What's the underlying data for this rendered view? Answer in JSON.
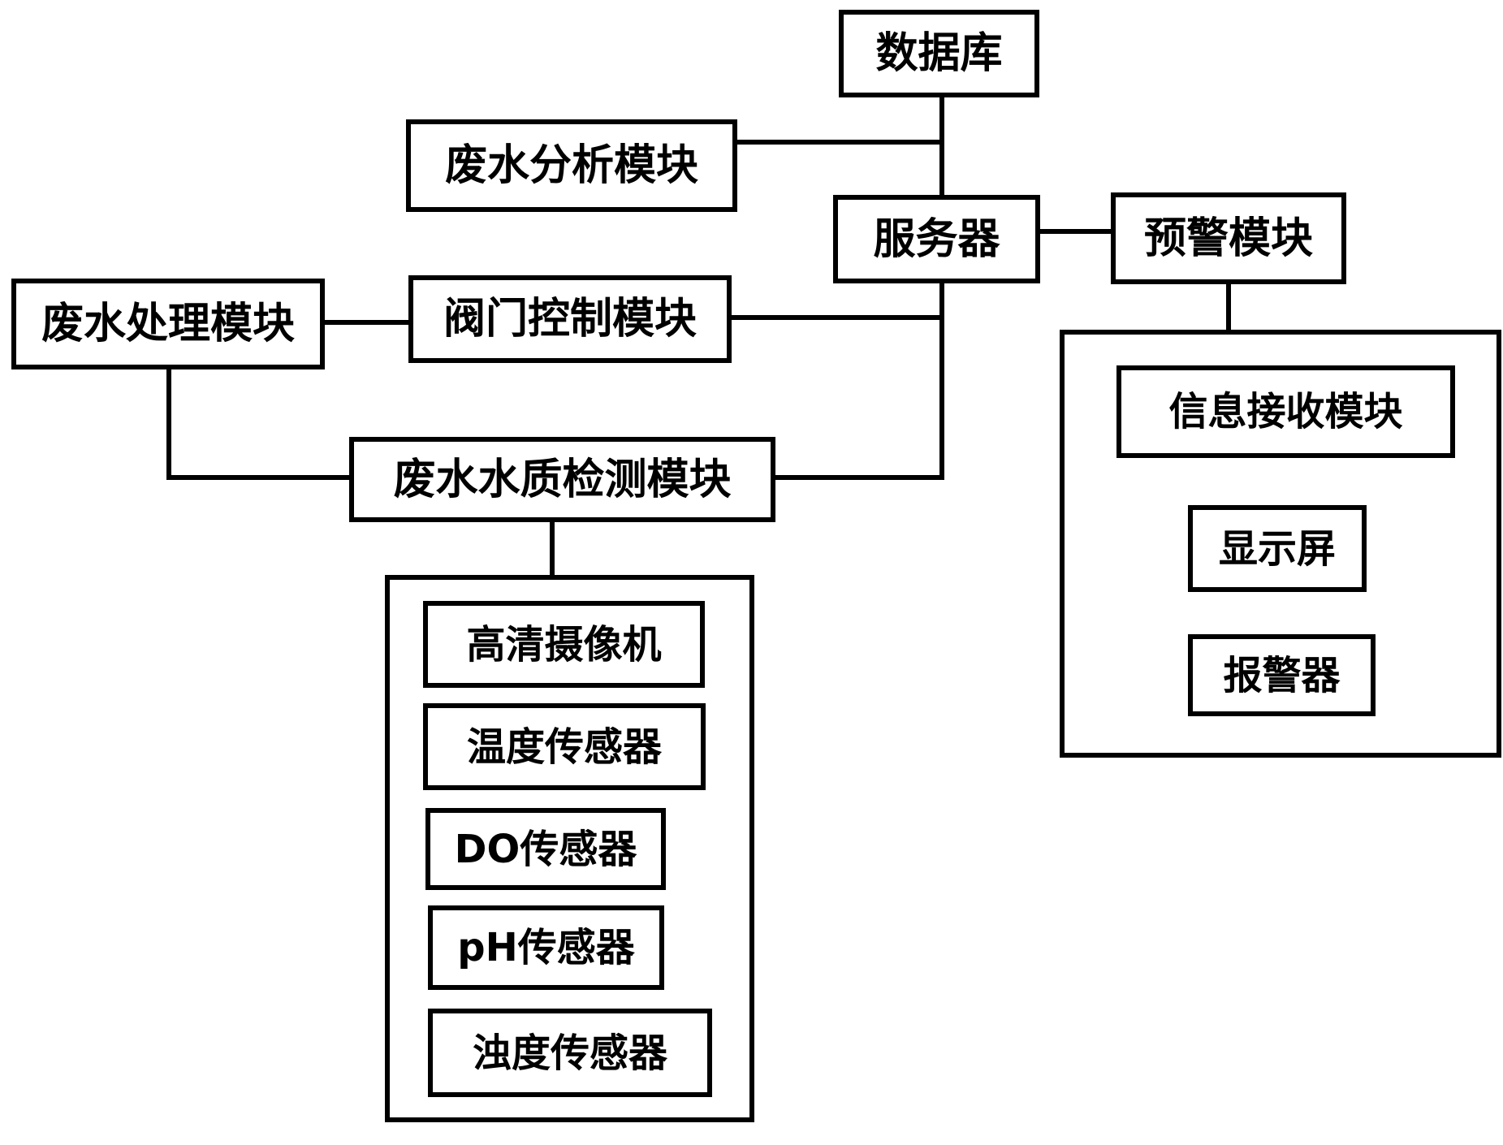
{
  "nodes": {
    "database": "数据库",
    "wastewater_analysis": "废水分析模块",
    "server": "服务器",
    "warning": "预警模块",
    "wastewater_treatment": "废水处理模块",
    "valve_control": "阀门控制模块",
    "water_quality_detection": "废水水质检测模块"
  },
  "sensor_group": {
    "items": [
      "高清摄像机",
      "温度传感器",
      "DO传感器",
      "pH传感器",
      "浊度传感器"
    ]
  },
  "warning_group": {
    "items": [
      "信息接收模块",
      "显示屏",
      "报警器"
    ]
  },
  "edges": [
    {
      "from": "数据库",
      "to": "服务器"
    },
    {
      "from": "废水分析模块",
      "to": "服务器"
    },
    {
      "from": "服务器",
      "to": "预警模块"
    },
    {
      "from": "服务器",
      "to": "阀门控制模块"
    },
    {
      "from": "服务器",
      "to": "废水水质检测模块"
    },
    {
      "from": "阀门控制模块",
      "to": "废水处理模块"
    },
    {
      "from": "废水处理模块",
      "to": "废水水质检测模块"
    },
    {
      "from": "废水水质检测模块",
      "to": "sensor_group"
    },
    {
      "from": "预警模块",
      "to": "warning_group"
    }
  ]
}
